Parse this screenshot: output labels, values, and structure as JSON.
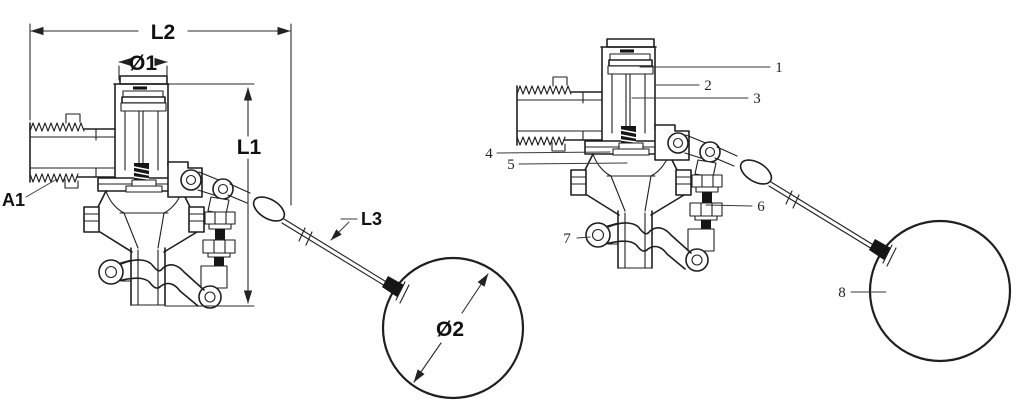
{
  "page": {
    "background_color": "#ffffff",
    "drawing_line_color": "#1f1f1f"
  },
  "left_diagram": {
    "labels": {
      "l2": "L2",
      "d1": "Ø1",
      "l1": "L1",
      "l3": "L3",
      "a1": "A1",
      "d2": "Ø2"
    }
  },
  "right_diagram": {
    "part_numbers": [
      "1",
      "2",
      "3",
      "4",
      "5",
      "6",
      "7",
      "8"
    ]
  }
}
